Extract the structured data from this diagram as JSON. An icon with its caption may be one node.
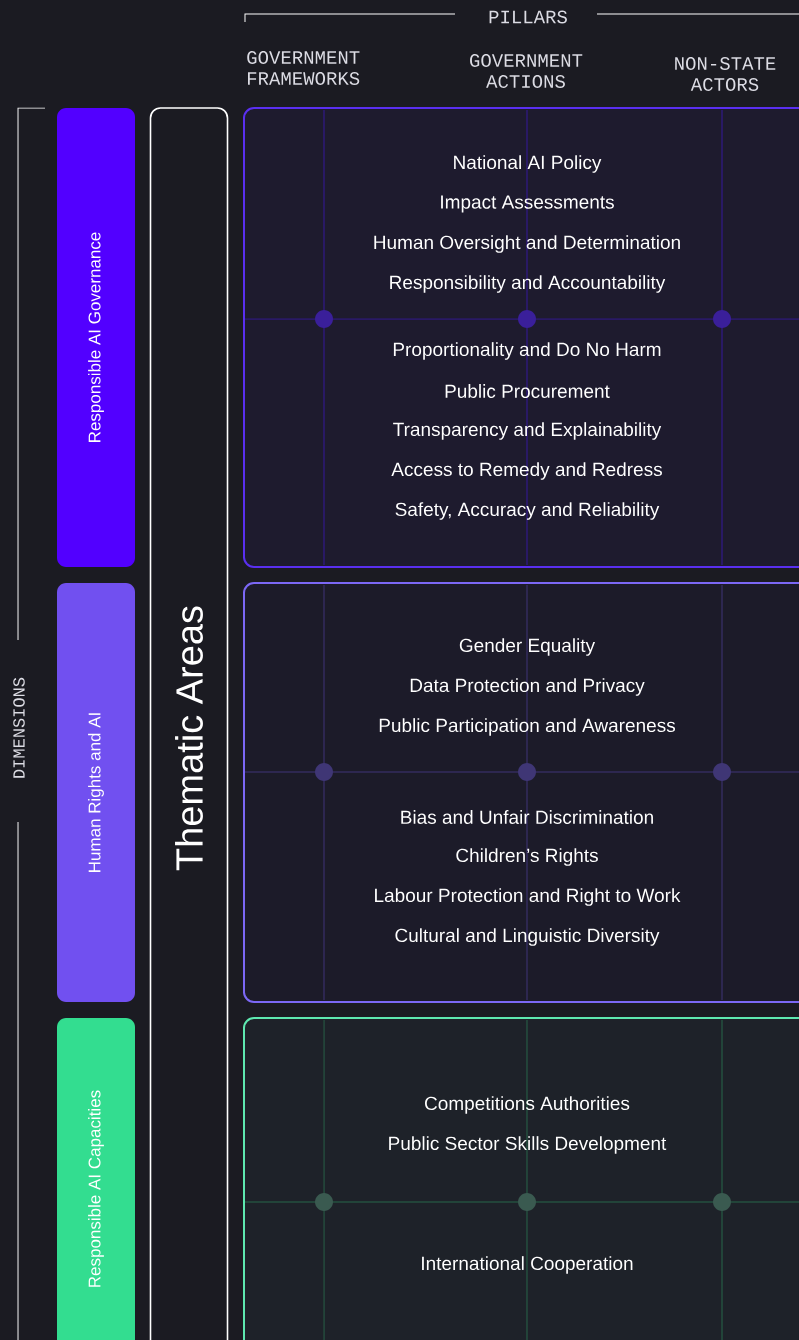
{
  "diagram": {
    "nodes": [
      {
        "text": [
          "Responsible AI Governance"
        ]
      },
      {
        "text": [
          "Human Rights and AI"
        ]
      },
      {
        "text": [
          "Responsible AI Capacities"
        ]
      },
      {
        "text": [
          "Thematic Areas"
        ]
      },
      {
        "text": [
          "National AI Policy",
          "Impact Assessments",
          "Human Oversight and Determination",
          "Responsibility and Accountability",
          "Proportionality and Do No Harm",
          "Public Procurement",
          "Transparency and Explainability",
          "Access to Remedy and Redress",
          "Safety, Accuracy and Reliability"
        ]
      },
      {
        "text": [
          "Gender Equality",
          "Data Protection and Privacy",
          "Public Participation and Awareness",
          "Bias and Unfair Discrimination",
          "Children’s Rights",
          "Labour Protection and Right to Work",
          "Cultural and Linguistic Diversity"
        ]
      },
      {
        "text": [
          "Competitions Authorities",
          "Public Sector Skills Development",
          "International Cooperation"
        ]
      }
    ],
    "labels": [
      "PILLARS",
      "GOVERNMENT FRAMEWORKS",
      "GOVERNMENT ACTIONS",
      "NON-STATE ACTORS",
      "DIMENSIONS"
    ]
  }
}
